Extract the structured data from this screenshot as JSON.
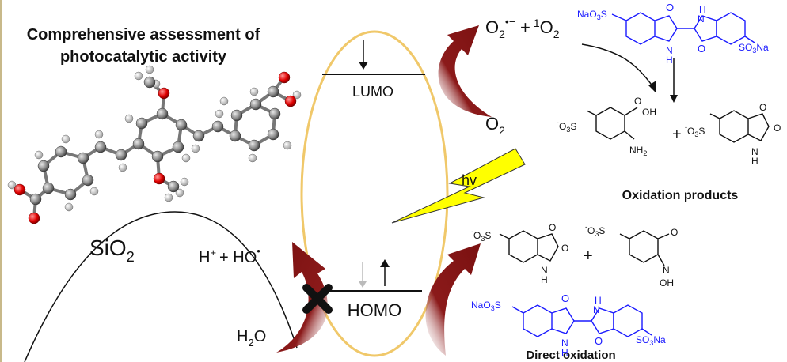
{
  "title_line1": "Comprehensive assessment of",
  "title_line2": "photocatalytic activity",
  "support_label": "SiO",
  "support_sub": "2",
  "lumo_label": "LUMO",
  "homo_label": "HOMO",
  "hv_label": "hv",
  "o2_label": "O",
  "o2_sub": "2",
  "superoxide_label": "O",
  "superoxide_sub": "2",
  "superoxide_sup": "•−",
  "plus": "+",
  "singlet_sup": "1",
  "singlet_label": "O",
  "singlet_sub": "2",
  "proton_label": "H",
  "proton_sup": "+",
  "hydroxyl_plus": "+ HO",
  "hydroxyl_sup": "•",
  "water_label": "H",
  "water_sub": "2",
  "water_O": "O",
  "oxidation_products_label": "Oxidation products",
  "direct_oxidation_label": "Direct oxidation",
  "dye_na1": "NaO",
  "dye_na1_sub": "3",
  "dye_s": "S",
  "dye_na2": "SO",
  "dye_na2_sub": "3",
  "dye_na2_tail": "Na",
  "atom_O": "O",
  "atom_NH": "NH",
  "atom_HN": "HN",
  "atom_H": "H",
  "atom_N": "N",
  "atom_OH": "OH",
  "atom_NH2": "NH",
  "atom_NH2_sub": "2",
  "sulfonate": "O",
  "sulfonate_sub": "3",
  "sulfonate_S": "S",
  "sulfonate_minus": "-",
  "colors": {
    "arrow_dark_red": "#8b1a1a",
    "ellipse": "#f0c86a",
    "lightning": "#ffff00",
    "dye_blue": "#1a1aff"
  }
}
